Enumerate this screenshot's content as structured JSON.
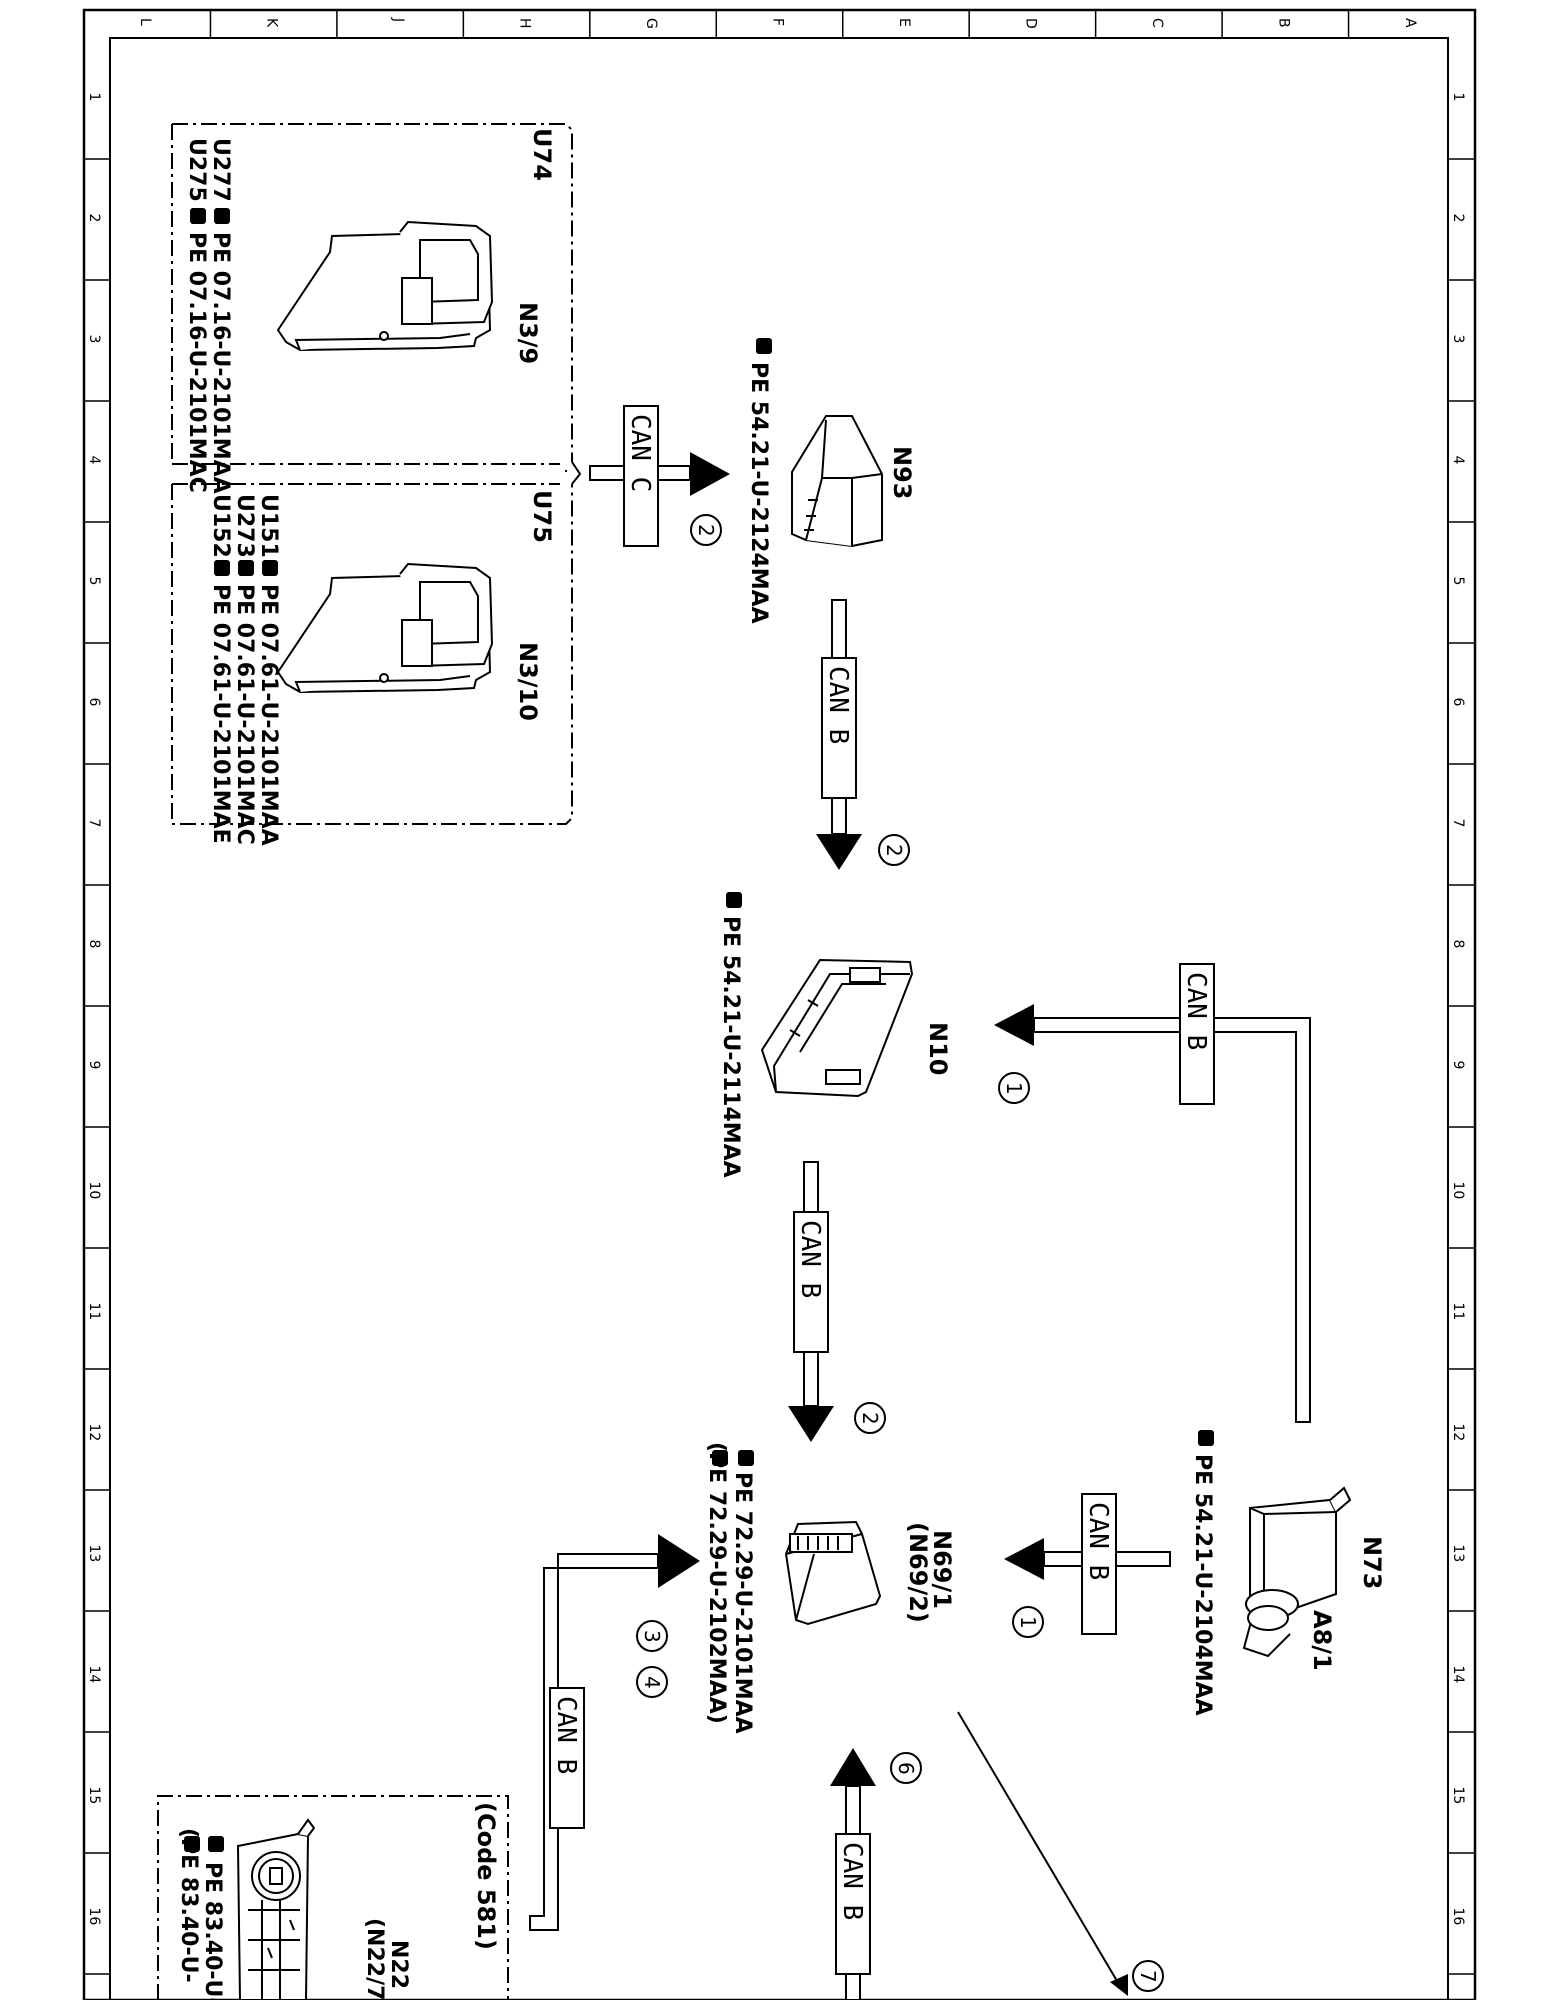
{
  "grid": {
    "columns": [
      "L",
      "K",
      "J",
      "H",
      "G",
      "F",
      "E",
      "D",
      "C",
      "B",
      "A"
    ],
    "rows": [
      "1",
      "2",
      "3",
      "4",
      "5",
      "6",
      "7",
      "8",
      "9",
      "10",
      "11",
      "12",
      "13",
      "14",
      "15",
      "16"
    ]
  },
  "groups": {
    "u74": {
      "title": "U74",
      "component": "N3/9",
      "refs": [
        {
          "code": "U277",
          "text": "PE 07.16-U-2101MAA"
        },
        {
          "code": "U275",
          "text": "PE 07.16-U-2101MAC"
        }
      ]
    },
    "u75": {
      "title": "U75",
      "component": "N3/10",
      "refs": [
        {
          "code": "U151",
          "text": "PE 07.61-U-2101MAA"
        },
        {
          "code": "U273",
          "text": "PE 07.61-U-2101MAC"
        },
        {
          "code": "U152",
          "text": "PE 07.61-U-2101MAE"
        }
      ]
    },
    "code581": {
      "title": "(Code 581)",
      "component": "N22",
      "component2": "(N22/7",
      "refs": [
        {
          "text": "PE 83.40-U-"
        },
        {
          "text": "(PE 83.40-U-"
        }
      ]
    }
  },
  "components": {
    "n93": {
      "name": "N93",
      "ref": "PE 54.21-U-2124MAA"
    },
    "n10": {
      "name": "N10",
      "ref": "PE 54.21-U-2114MAA"
    },
    "n69": {
      "name": "N69/1",
      "name2": "(N69/2)",
      "ref": "PE 72.29-U-2101MAA",
      "ref2": "(PE 72.29-U-2102MAA)"
    },
    "n73": {
      "name": "N73",
      "sub": "A8/1",
      "ref": "PE 54.21-U-2104MAA"
    }
  },
  "buses": {
    "can_c": "CAN C",
    "can_b": "CAN B"
  },
  "markers": {
    "m1": "1",
    "m2": "2",
    "m3": "3",
    "m4": "4",
    "m6": "6",
    "m7": "7"
  }
}
